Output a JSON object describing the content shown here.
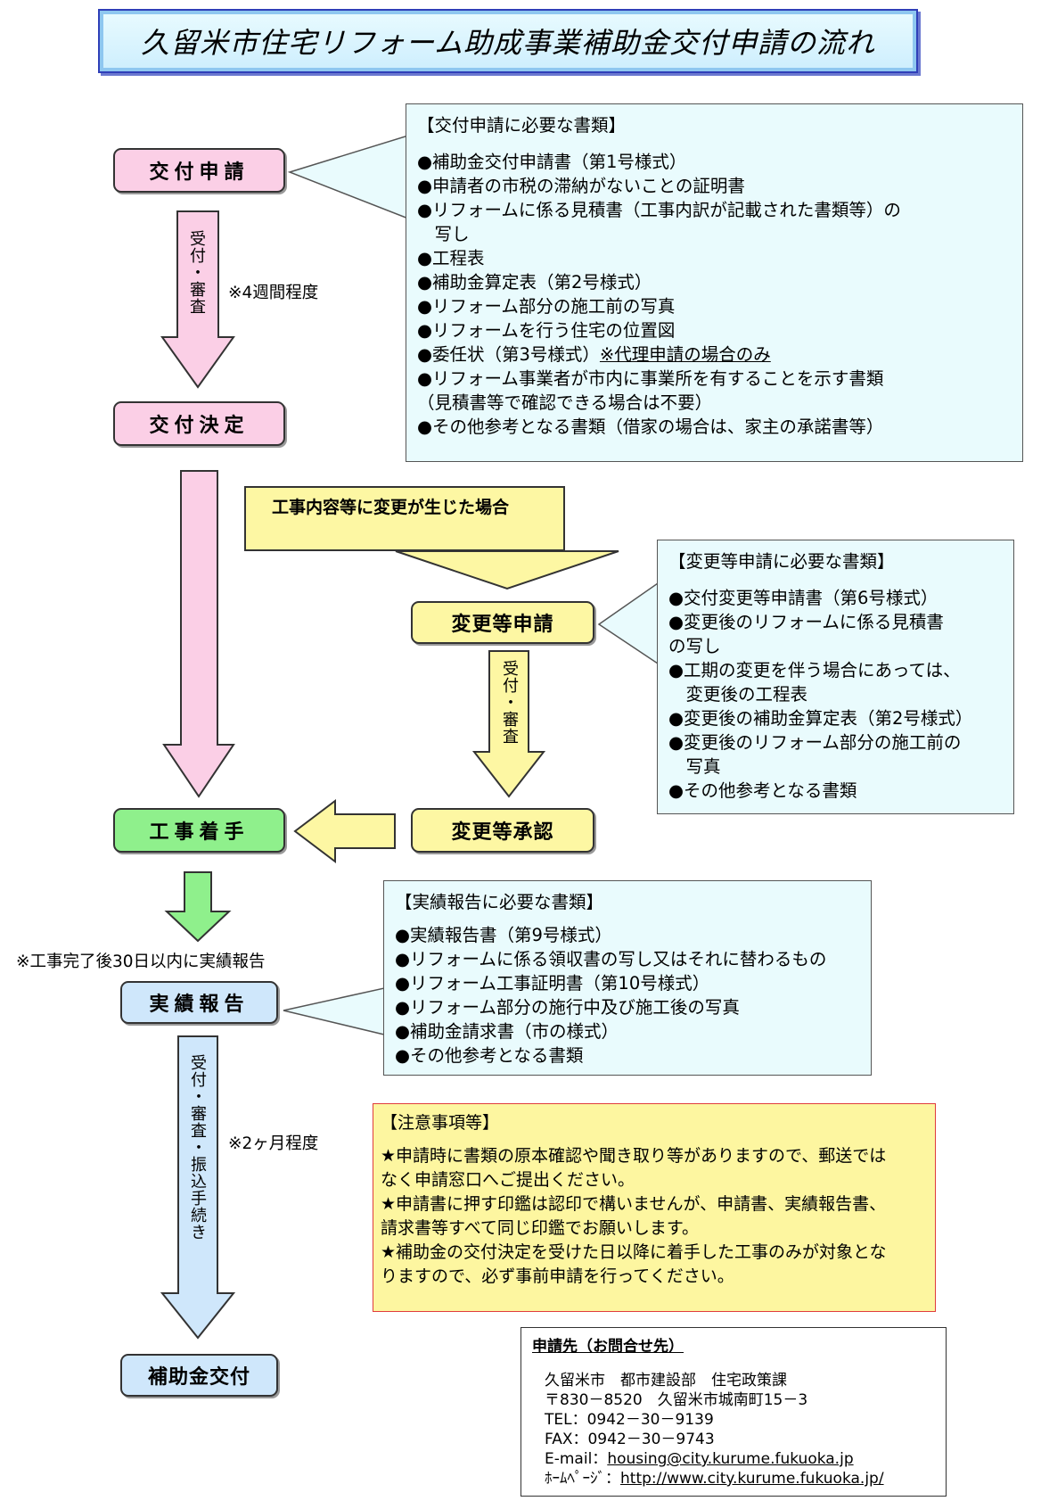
{
  "title": "久留米市住宅リフォーム助成事業補助金交付申請の流れ",
  "steps": {
    "apply": "交付申請",
    "decision": "交付決定",
    "change_apply": "変更等申請",
    "change_approve": "変更等承認",
    "start": "工事着手",
    "report": "実績報告",
    "payment": "補助金交付"
  },
  "arrows": {
    "review1": "受付・審査",
    "review2": "受付・審査",
    "review3": "受付・審査・振込手続き"
  },
  "notes": {
    "weeks": "※4週間程度",
    "months": "※2ヶ月程度",
    "report_deadline": "※工事完了後30日以内に実績報告"
  },
  "change_banner": "工事内容等に変更が生じた場合",
  "apply_docs": {
    "heading": "【交付申請に必要な書類】",
    "items": [
      "●補助金交付申請書（第1号様式）",
      "●申請者の市税の滞納がないことの証明書",
      "●リフォームに係る見積書（工事内訳が記載された書類等）の",
      "　写し",
      "●工程表",
      "●補助金算定表（第2号様式）",
      "●リフォーム部分の施工前の写真",
      "●リフォームを行う住宅の位置図",
      "●委任状（第3号様式）",
      "●リフォーム事業者が市内に事業所を有することを示す書類",
      "（見積書等で確認できる場合は不要）",
      "●その他参考となる書類（借家の場合は、家主の承諾書等）"
    ],
    "proxy_note": "※代理申請の場合のみ"
  },
  "change_docs": {
    "heading": "【変更等申請に必要な書類】",
    "items": [
      "●交付変更等申請書（第6号様式）",
      "●変更後のリフォームに係る見積書",
      "の写し",
      "●工期の変更を伴う場合にあっては、",
      "　変更後の工程表",
      "●変更後の補助金算定表（第2号様式）",
      "●変更後のリフォーム部分の施工前の",
      "　写真",
      "●その他参考となる書類"
    ]
  },
  "report_docs": {
    "heading": "【実績報告に必要な書類】",
    "items": [
      "●実績報告書（第9号様式）",
      "●リフォームに係る領収書の写し又はそれに替わるもの",
      "●リフォーム工事証明書（第10号様式）",
      "●リフォーム部分の施行中及び施工後の写真",
      "●補助金請求書（市の様式）",
      "●その他参考となる書類"
    ]
  },
  "caution": {
    "heading": "【注意事項等】",
    "items": [
      "★申請時に書類の原本確認や聞き取り等がありますので、郵送では",
      "なく申請窓口へご提出ください。",
      "★申請書に押す印鑑は認印で構いませんが、申請書、実績報告書、",
      "請求書等すべて同じ印鑑でお願いします。",
      "★補助金の交付決定を受けた日以降に着手した工事のみが対象とな",
      "りますので、必ず事前申請を行ってください。"
    ]
  },
  "contact": {
    "heading": "申請先（お問合せ先）",
    "lines": [
      "久留米市　都市建設部　住宅政策課",
      "〒830－8520　久留米市城南町15－3",
      "TEL：0942－30－9139",
      "FAX：0942－30－9743"
    ],
    "email_label": "E-mail：",
    "email": "housing@city.kurume.fukuoka.jp",
    "homepage_label": "ﾎｰﾑﾍﾟｰｼﾞ：",
    "homepage": "http://www.city.kurume.fukuoka.jp/"
  },
  "colors": {
    "pink": "#fbcfe6",
    "yellow": "#fdf7a3",
    "green": "#8ff08c",
    "blue": "#cfe7fb",
    "callout": "#e9fbfd",
    "caution_border": "#e03c3c"
  }
}
